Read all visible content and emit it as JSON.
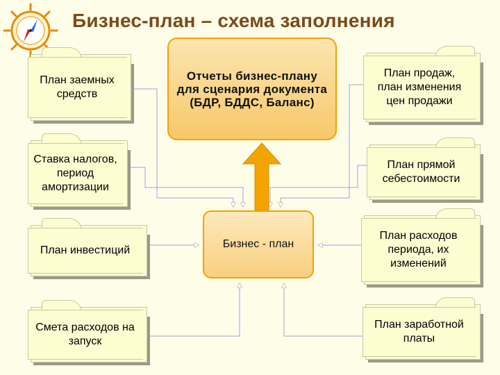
{
  "title": "Бизнес-план – схема заполнения",
  "report_box": {
    "text": "Отчеты бизнес-плану для сценария документа (БДР, БДДС, Баланс)"
  },
  "center_box": {
    "text": "Бизнес - план"
  },
  "left_folders": [
    {
      "lines": [
        "План заемных",
        "средств"
      ]
    },
    {
      "lines": [
        "Ставка налогов,",
        "период",
        "амортизации"
      ]
    },
    {
      "lines": [
        "План инвестиций"
      ]
    },
    {
      "lines": [
        "Смета расходов на",
        "запуск"
      ]
    }
  ],
  "right_folders": [
    {
      "lines": [
        "План продаж,",
        "план изменения",
        "цен продажи"
      ]
    },
    {
      "lines": [
        "План прямой",
        "себестоимости"
      ]
    },
    {
      "lines": [
        "План расходов",
        "периода, их",
        "изменений"
      ]
    },
    {
      "lines": [
        "План заработной",
        "платы"
      ]
    }
  ],
  "colors": {
    "title": "#7a4a1a",
    "folder_fill": "#fdfdd2",
    "box_border": "#f6a000",
    "arrow": "#f3a400"
  }
}
